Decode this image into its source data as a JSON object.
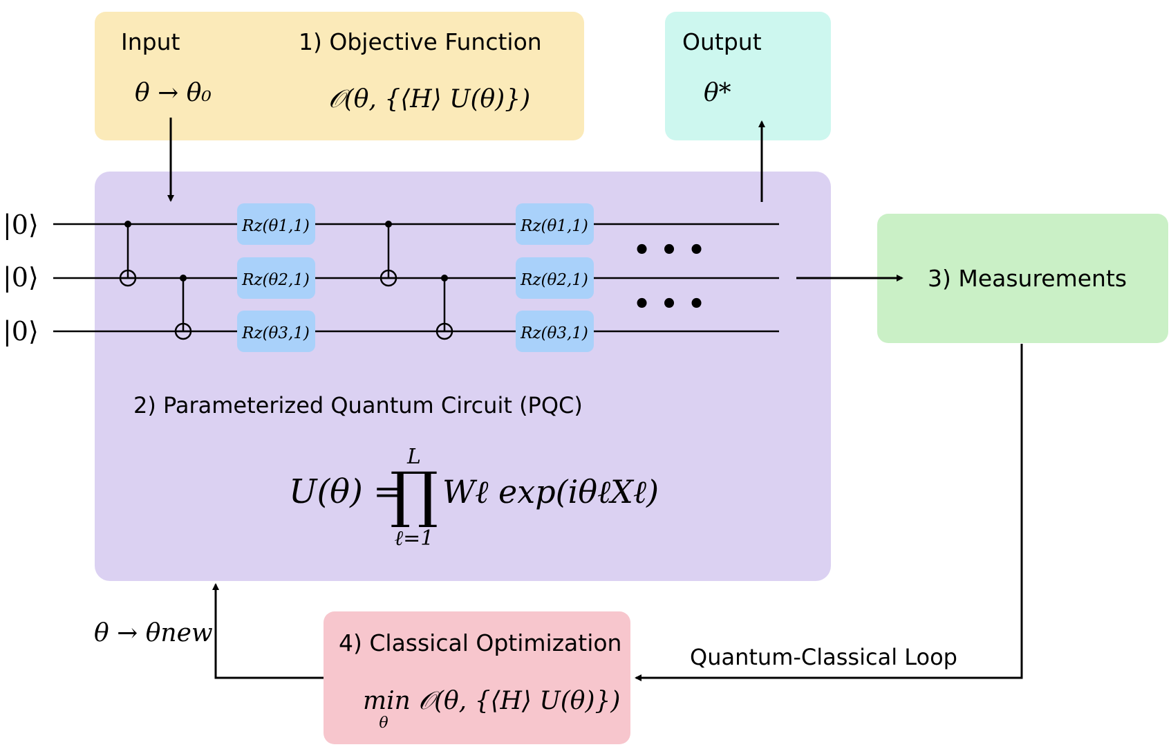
{
  "colors": {
    "input_box": "#FBEAB9",
    "output_box": "#CDF7EF",
    "pqc_box": "#DBD1F2",
    "measure_box": "#CAF0C6",
    "optim_box": "#F7C6CD",
    "gate_box": "#A9D1FA",
    "line": "#000000"
  },
  "input": {
    "label": "Input",
    "formula": "θ → θ₀"
  },
  "objective": {
    "label": "1) Objective Function",
    "formula": "𝒪(θ, {⟨H⟩ U(θ)})"
  },
  "output": {
    "label": "Output",
    "formula": "θ*"
  },
  "qubits": [
    "|0⟩",
    "|0⟩",
    "|0⟩"
  ],
  "gates": [
    "Rz(θ1,1)",
    "Rz(θ2,1)",
    "Rz(θ3,1)",
    "Rz(θ1,1)",
    "Rz(θ2,1)",
    "Rz(θ3,1)"
  ],
  "ellipsis": [
    "• • •",
    "• • •"
  ],
  "pqc": {
    "label": "2)  Parameterized Quantum Circuit (PQC)",
    "formula_lhs": "U(θ) =",
    "product_upper": "L",
    "product_lower": "ℓ=1",
    "formula_rhs": "Wℓ exp(iθℓXℓ)"
  },
  "measurements": {
    "label": "3) Measurements"
  },
  "optimization": {
    "label": "4) Classical Optimization",
    "formula": "min 𝒪(θ, {⟨H⟩ U(θ)})",
    "min_sub": "θ"
  },
  "update_label": "θ → θnew",
  "loop_label": "Quantum-Classical Loop"
}
